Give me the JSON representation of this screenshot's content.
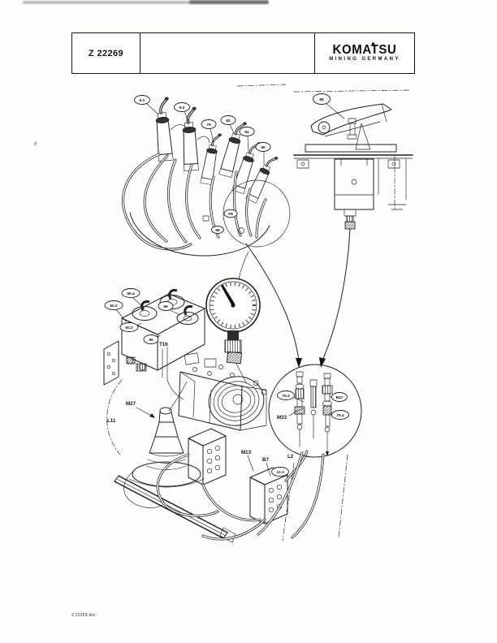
{
  "header": {
    "doc_number": "Z 22269",
    "brand": "KOMATSU",
    "brand_subtitle": "MINING GERMANY"
  },
  "footer": {
    "filename": "Z 22269.doc"
  },
  "diagram": {
    "callouts": {
      "hose_1": "9.1",
      "hose_2": "9.2",
      "hose_3": "79",
      "hose_4": "82",
      "hose_5": "81",
      "hose_6": "80",
      "cluster_f8": "F8",
      "cluster_98": "98",
      "pedal": "88",
      "block_50_4": "50.4",
      "block_50_2": "50.2",
      "block_50_3": "50.3",
      "block_96": "96",
      "block_95": "95",
      "detail_75_3": "75.3",
      "detail_b47": "B47",
      "detail_75_4": "75.4",
      "manifold_12_3": "12.3"
    },
    "labels": {
      "t16": "T16",
      "m27": "M27",
      "l11": "L11",
      "m33": "M33",
      "m13": "M13",
      "b7": "B7",
      "l2": "L2"
    },
    "ink_color": "#1f1f1f"
  }
}
